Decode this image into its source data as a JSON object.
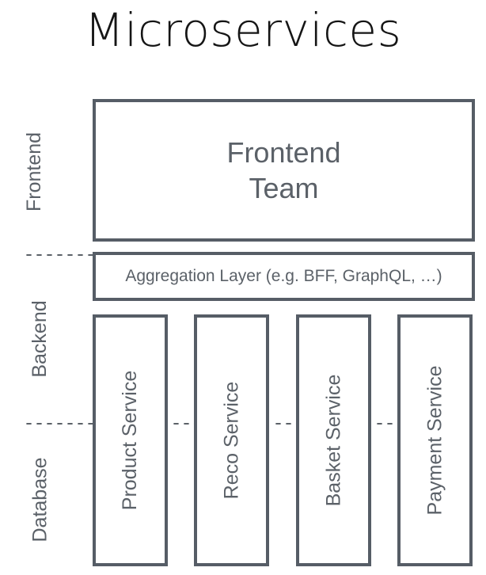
{
  "title": "Microservices",
  "lanes": [
    {
      "id": "frontend",
      "label": "Frontend"
    },
    {
      "id": "backend",
      "label": "Backend"
    },
    {
      "id": "database",
      "label": "Database"
    }
  ],
  "frontend_team": {
    "label": "Frontend\nTeam"
  },
  "aggregation_layer": {
    "label": "Aggregation Layer (e.g. BFF, GraphQL, …)"
  },
  "services": [
    {
      "label": "Product Service"
    },
    {
      "label": "Reco Service"
    },
    {
      "label": "Basket Service"
    },
    {
      "label": "Payment Service"
    }
  ],
  "colors": {
    "border": "#565d66",
    "text": "#5b6168",
    "title": "#151515",
    "background": "#ffffff",
    "divider": "#5b6168"
  }
}
